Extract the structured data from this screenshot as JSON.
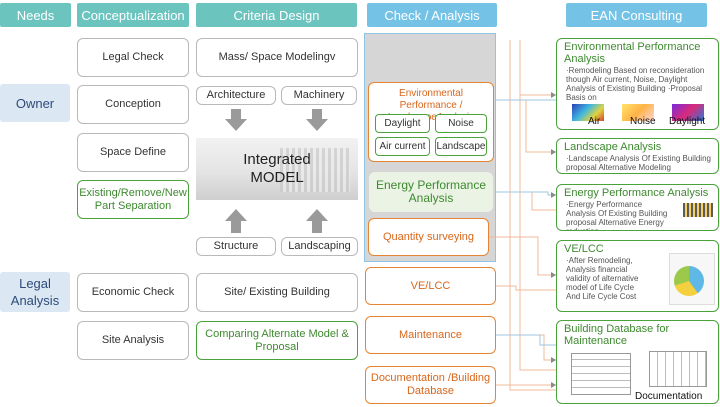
{
  "headers": {
    "needs": "Needs",
    "conceptualization": "Conceptualization",
    "criteria_design": "Criteria Design",
    "check_analysis": "Check / Analysis",
    "ean_consulting": "EAN Consulting"
  },
  "roles": {
    "owner": "Owner",
    "legal_analysis": "Legal Analysis"
  },
  "conceptualization": {
    "legal_check": "Legal Check",
    "conception": "Conception",
    "space_define": "Space Define",
    "part_separation": "Existing/Remove/New Part Separation",
    "economic_check": "Economic Check",
    "site_analysis": "Site Analysis"
  },
  "criteria": {
    "mass_modeling": "Mass/ Space Modelingv",
    "architecture": "Architecture",
    "machinery": "Machinery",
    "model": "Integrated MODEL",
    "structure": "Structure",
    "landscaping": "Landscaping",
    "site_building": "Site/ Existing Building",
    "comparing": "Comparing Alternate Model & Proposal"
  },
  "check": {
    "env_performance": "Environmental Performance / LandscapeAnalysis",
    "daylight": "Daylight",
    "noise": "Noise",
    "air_current": "Air current",
    "landscape": "Landscape",
    "energy_performance": "Energy Performance Analysis",
    "quantity": "Quantity surveying",
    "ve_lcc": "VE/LCC",
    "maintenance": "Maintenance",
    "documentation": "Documentation /Building Database"
  },
  "ean": {
    "env_title": "Environmental Performance Analysis",
    "env_desc": "·Remodeling Based on reconsideration though Air current, Noise, Daylight Analysis of Existing Building ·Proposal Basis on",
    "thumb_air": "Air",
    "thumb_noise": "Noise",
    "thumb_daylight": "Daylight",
    "landscape_title": "Landscape Analysis",
    "landscape_desc": "·Landscape Analysis Of Existing Building proposal Alternative Modeling",
    "energy_title": "Energy Performance Analysis",
    "energy_desc": "·Energy Performance Analysis Of Existing Building proposal Alternative Energy reduction",
    "velcc_title": "VE/LCC",
    "velcc_desc": "·After Remodeling, Analysis financial validity of alternative model of Life Cycle And Life Cycle Cost",
    "db_title": "Building Database for Maintenance",
    "db_caption": "Documentation"
  },
  "colors": {
    "header_teal": "#6cc4bf",
    "header_blue": "#74c3e6",
    "green_border": "#4aa23b",
    "orange_border": "#e58534",
    "role_bg": "#dbe7f3"
  }
}
